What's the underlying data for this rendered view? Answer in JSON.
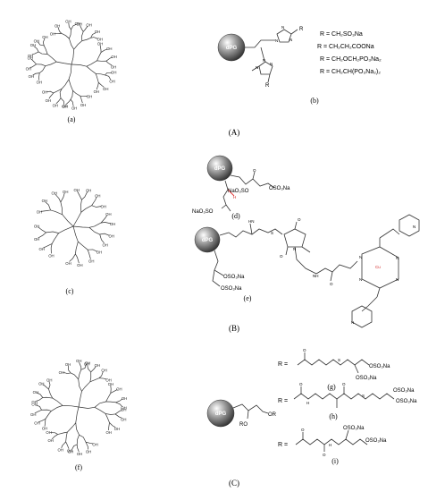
{
  "subfigure_labels": {
    "a": "(a)",
    "b": "(b)",
    "c": "(c)",
    "d": "(d)",
    "e": "(e)",
    "f": "(f)",
    "g": "(g)",
    "h": "(h)",
    "i": "(i)"
  },
  "panel_labels": {
    "A": "(A)",
    "B": "(B)",
    "C": "(C)"
  },
  "core_label": "dPG",
  "oh_label": "OH",
  "hetero": {
    "N": "N",
    "O": "O",
    "H": "H",
    "NH": "NH",
    "HN": "HN",
    "Cu": "Cu"
  },
  "panel_b": {
    "r_prefix": "R",
    "r_groups": [
      "R =  CH₂SO₃Na",
      "R =  CH₂CH₂COONa",
      "R =  CH₂OCH₂PO₃Na₂",
      "R =  CH₂CH(PO₃Na₂)₂"
    ]
  },
  "panel_d": {
    "sulfates": [
      "OSO₃Na",
      "NaO₃SO",
      "NaO₃SO"
    ]
  },
  "panel_e": {
    "sulfates": [
      "OSO₃Na",
      "OSO₃Na"
    ]
  },
  "panel_C": {
    "core_substituents": [
      "RO",
      "OR"
    ],
    "r_equals": [
      "R =",
      "R =",
      "R ="
    ],
    "g_sulfates": [
      "OSO₃Na",
      "OSO₃Na"
    ],
    "h_sulfates": [
      "OSO₃Na",
      "OSO₃Na"
    ],
    "i_sulfates": [
      "OSO₃Na",
      "OSO₃Na"
    ]
  }
}
